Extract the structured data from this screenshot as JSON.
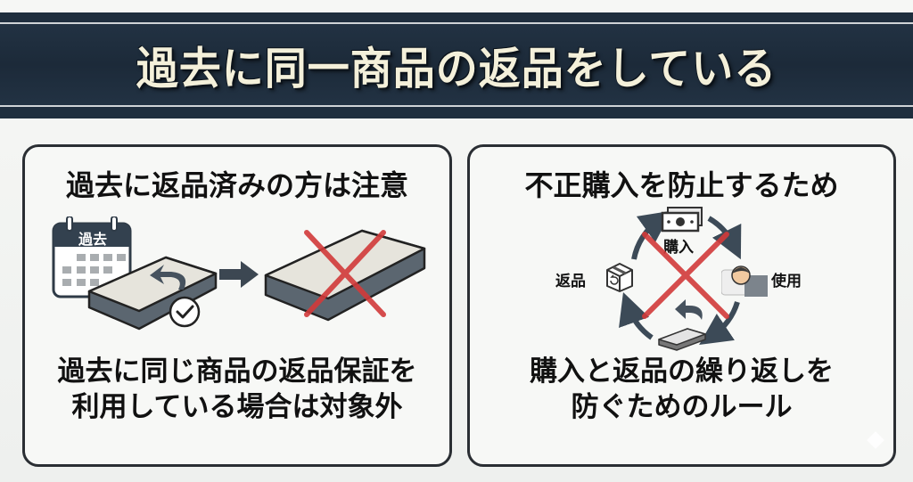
{
  "banner": {
    "title": "過去に同一商品の返品をしている"
  },
  "left_panel": {
    "heading": "過去に返品済みの方は注意",
    "illustration": {
      "calendar_label": "過去",
      "calendar_icon": "calendar-icon",
      "returned_item_icon": "mattress-return-icon",
      "check_icon": "check-circle-icon",
      "arrow_icon": "arrow-right-icon",
      "rejected_item_icon": "mattress-crossed-icon"
    },
    "body_lines": [
      "過去に同じ商品の返品保証を",
      "利用している場合は対象外"
    ]
  },
  "right_panel": {
    "heading": "不正購入を防止するため",
    "cycle": {
      "steps": [
        {
          "label": "購入",
          "icon": "money-icon"
        },
        {
          "label": "使用",
          "icon": "sleeping-person-icon"
        },
        {
          "label": "返品",
          "icon": "return-box-icon"
        }
      ],
      "bottom_icon": "mattress-icon",
      "overlay_icon": "red-x-icon"
    },
    "body_lines": [
      "購入と返品の繰り返しを",
      "防ぐためのルール"
    ]
  },
  "colors": {
    "banner_bg": "#1f2e3e",
    "banner_text": "#f4f0da",
    "panel_border": "#2a2e33",
    "cross_red": "#d23a3a",
    "icon_dark": "#3c4a57",
    "mattress_top": "#e6e4dc",
    "mattress_side": "#5b6670"
  }
}
